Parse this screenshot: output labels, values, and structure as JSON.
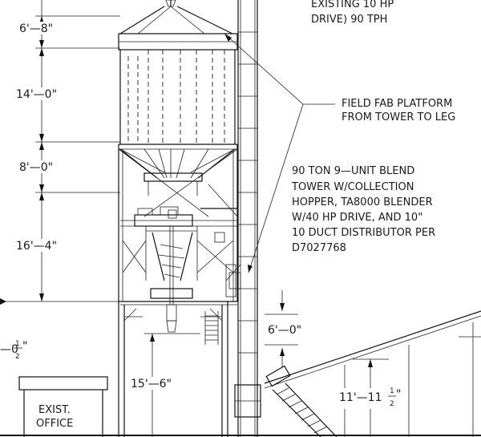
{
  "drawing": {
    "notes": {
      "existing_elevator_line1": "EXISTING 10 HP",
      "existing_elevator_line2": "DRIVE) 90 TPH",
      "platform_line1": "FIELD FAB PLATFORM",
      "platform_line2": "FROM TOWER TO LEG",
      "tower_line1": "90 TON 9—UNIT BLEND",
      "tower_line2": "TOWER W/COLLECTION",
      "tower_line3": "HOPPER, TA8000 BLENDER",
      "tower_line4": "W/40 HP DRIVE, AND 10\"",
      "tower_line5": "10 DUCT DISTRIBUTOR PER",
      "tower_line6": "D7027768"
    },
    "dimensions": {
      "d1": "6'—8\"",
      "d2": "14'—0\"",
      "d3": "8'—0\"",
      "d4": "16'—4\"",
      "d5": "15'—6\"",
      "d6": "6'—0\"",
      "d7": "11'—11",
      "d7_frac_num": "1",
      "d7_frac_den": "2",
      "d8": "—0",
      "d8_frac_num": "1",
      "d8_frac_den": "2"
    },
    "office": {
      "line1": "EXIST.",
      "line2": "OFFICE"
    }
  }
}
